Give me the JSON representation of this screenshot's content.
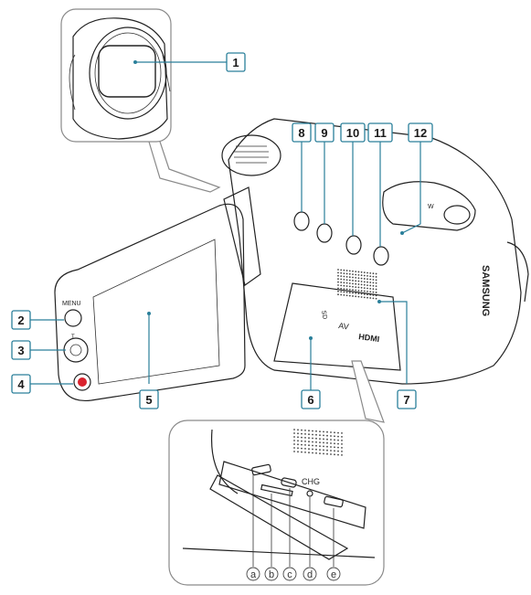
{
  "callouts": [
    {
      "label": "1"
    },
    {
      "label": "2"
    },
    {
      "label": "3"
    },
    {
      "label": "4"
    },
    {
      "label": "5"
    },
    {
      "label": "6"
    },
    {
      "label": "7"
    },
    {
      "label": "8"
    },
    {
      "label": "9"
    },
    {
      "label": "10"
    },
    {
      "label": "11"
    },
    {
      "label": "12"
    }
  ],
  "port_letters": [
    "a",
    "b",
    "c",
    "d",
    "e"
  ],
  "printed_labels": {
    "brand": "SAMSUNG",
    "menu": "MENU",
    "av": "AV",
    "hdmi": "HDMI",
    "chg": "CHG",
    "zoom_t": "T",
    "zoom_w": "W",
    "sd": "SD"
  },
  "colors": {
    "callout_border": "#2a7f9a",
    "record_button": "#d9232e",
    "zoom_frame": "#8a8a8a"
  }
}
